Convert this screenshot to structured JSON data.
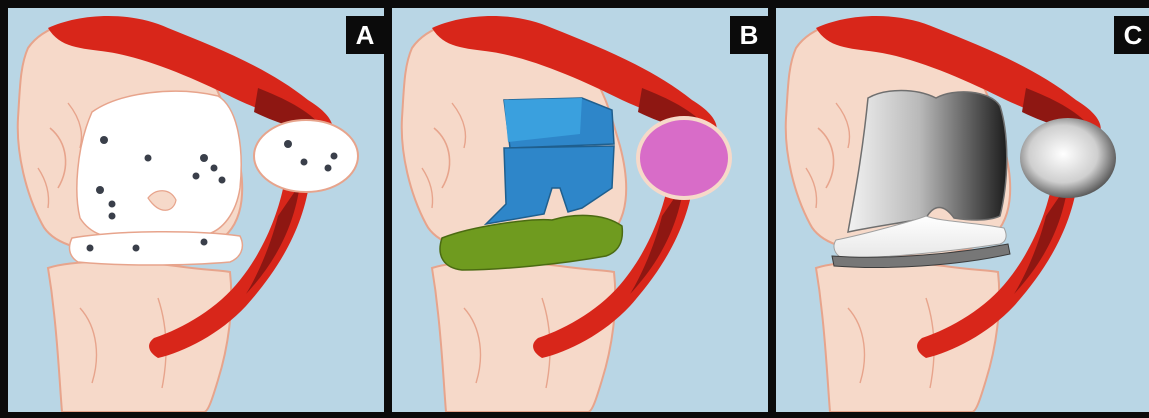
{
  "figure": {
    "panels": [
      {
        "label": "A"
      },
      {
        "label": "B"
      },
      {
        "label": "C"
      }
    ]
  },
  "colors": {
    "background": "#b9d6e5",
    "frame": "#0b0b0b",
    "bone": "#f6d9c9",
    "bone_outline": "#e7a48c",
    "muscle": "#d8261a",
    "muscle_dark": "#8e1712",
    "cartilage_white": "#ffffff",
    "lesion_spots": "#3a3f4a",
    "implant_femoral": "#2e86c9",
    "implant_tibial": "#6f9b1f",
    "implant_patellar": "#d86cc8",
    "metal_dark": "#2b2b2b",
    "metal_light": "#e8e8e8",
    "poly_insert": "#f4f4f4",
    "tray": "#777777"
  },
  "icons": [
    "knee-anatomy-illustration",
    "femoral-component",
    "tibial-component",
    "patellar-component"
  ]
}
